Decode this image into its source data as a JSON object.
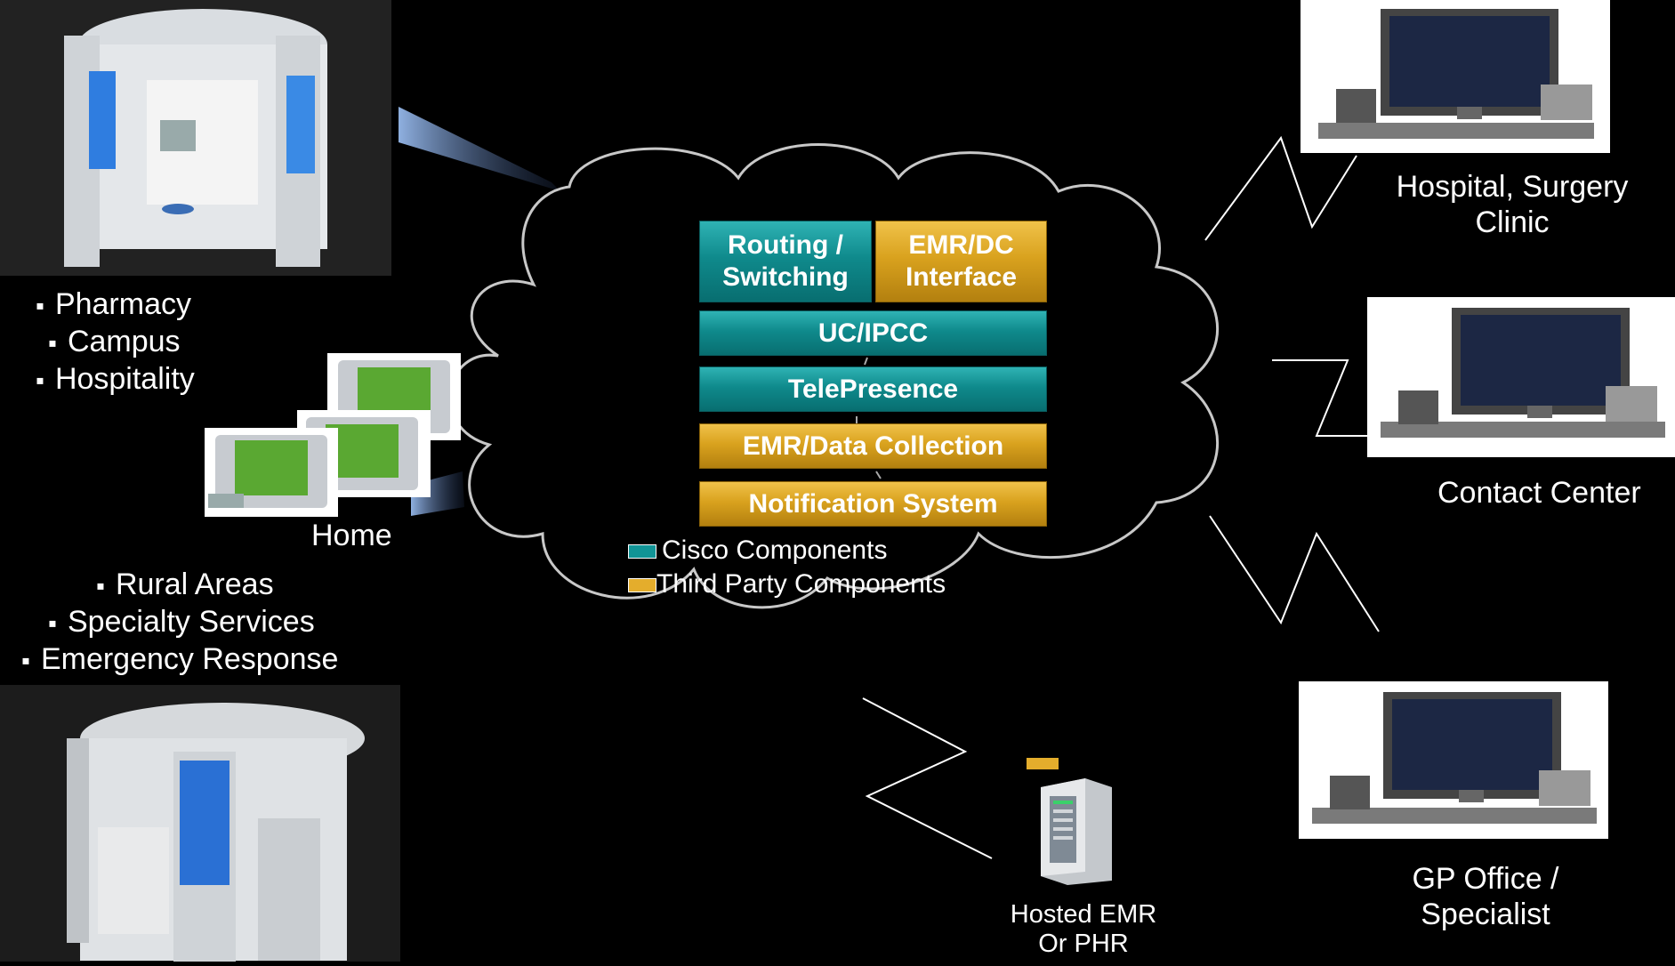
{
  "network": {
    "components": [
      {
        "label": "Routing / Switching",
        "type": "cisco"
      },
      {
        "label": "EMR/DC Interface",
        "type": "third_party"
      },
      {
        "label": "UC/IPCC",
        "type": "cisco"
      },
      {
        "label": "TelePresence",
        "type": "cisco"
      },
      {
        "label": "EMR/Data Collection",
        "type": "third_party"
      },
      {
        "label": "Notification System",
        "type": "third_party"
      }
    ],
    "legend": {
      "cisco": "Cisco Components",
      "third_party": "Third Party  Components"
    }
  },
  "locations": {
    "kiosk_top_bullets": [
      "Pharmacy",
      "Campus",
      "Hospitality"
    ],
    "home": "Home",
    "kiosk_bottom_bullets": [
      "Rural Areas",
      "Specialty Services",
      "Emergency Response"
    ],
    "hospital": "Hospital, Surgery Clinic",
    "contact_center": "Contact Center",
    "gp_office": "GP Office / Specialist",
    "hosted_emr": "Hosted EMR Or PHR"
  },
  "colors": {
    "cisco": "#119496",
    "third_party": "#e4ad2c",
    "background": "#000000",
    "cloud_outline": "#c8c8c8"
  },
  "icons": [
    "kiosk-booth",
    "home-monitor-device",
    "telepresence-station",
    "server-tower"
  ]
}
